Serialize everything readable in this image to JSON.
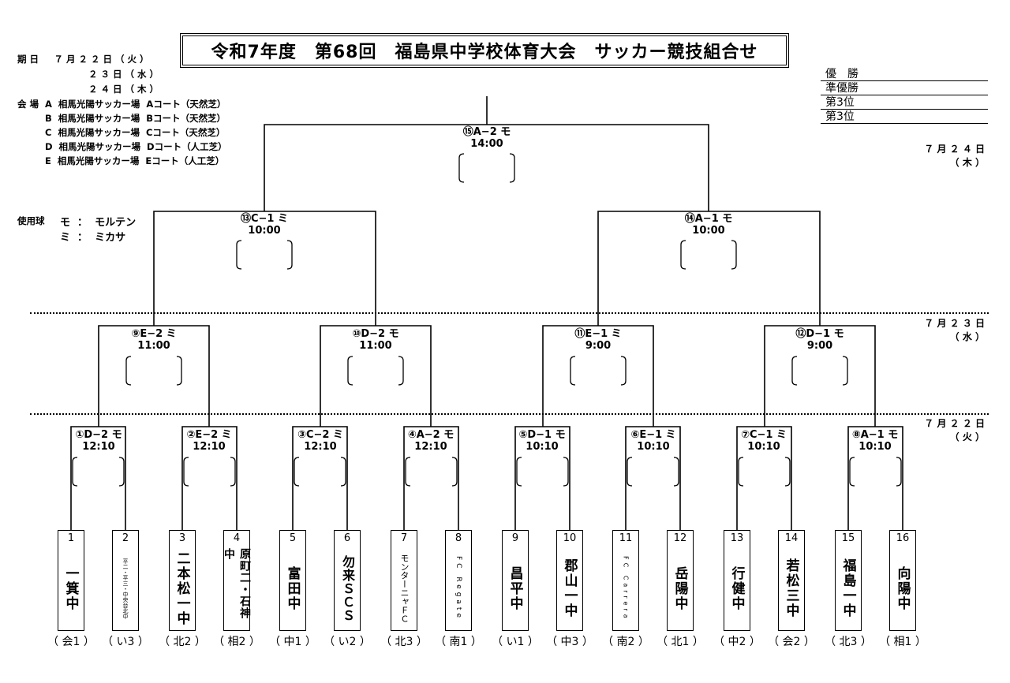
{
  "title": "令和7年度　第68回　福島県中学校体育大会　サッカー競技組合せ",
  "info": {
    "dates": [
      "期 日 　 ７ 月 ２ ２ 日 （ 火 ）",
      "２ ３ 日 （ 水 ）",
      "２ ４ 日 （ 木 ）"
    ],
    "venues": [
      "会 場  A  相馬光陽サッカー場  Aコート（天然芝）",
      "B  相馬光陽サッカー場  Bコート（天然芝）",
      "C  相馬光陽サッカー場  Cコート（天然芝）",
      "D  相馬光陽サッカー場  Dコート（人工芝）",
      "E  相馬光陽サッカー場  Eコート（人工芝）"
    ],
    "ball_label": "使用球",
    "balls": [
      "モ  ：  モルテン",
      "ミ  ：  ミカサ"
    ]
  },
  "ranks": [
    "優　勝",
    "準優勝",
    "第3位",
    "第3位"
  ],
  "date_labels": {
    "d24": [
      "７ 月 ２ ４ 日",
      "（ 木 ）"
    ],
    "d23": [
      "７ 月 ２ ３ 日",
      "（ 水 ）"
    ],
    "d22": [
      "７ 月 ２ ２ 日",
      "（ 火 ）"
    ]
  },
  "matches": {
    "m1": [
      "①D−2 モ",
      "12:10"
    ],
    "m2": [
      "②E−2 ミ",
      "12:10"
    ],
    "m3": [
      "③C−2 ミ",
      "12:10"
    ],
    "m4": [
      "④A−2 モ",
      "12:10"
    ],
    "m5": [
      "⑤D−1 モ",
      "10:10"
    ],
    "m6": [
      "⑥E−1 ミ",
      "10:10"
    ],
    "m7": [
      "⑦C−1 ミ",
      "10:10"
    ],
    "m8": [
      "⑧A−1 モ",
      "10:10"
    ],
    "m9": [
      "⑨E−2 ミ",
      "11:00"
    ],
    "m10": [
      "⑩D−2 モ",
      "11:00"
    ],
    "m11": [
      "⑪E−1 ミ",
      "9:00"
    ],
    "m12": [
      "⑫D−1 モ",
      "9:00"
    ],
    "m13": [
      "⑬C−1 ミ",
      "10:00"
    ],
    "m14": [
      "⑭A−1 モ",
      "10:00"
    ],
    "m15": [
      "⑮A−2 モ",
      "14:00"
    ]
  },
  "teams": [
    {
      "num": "1",
      "name": "一箕中",
      "region": "（ 会1 ）"
    },
    {
      "num": "2",
      "name": "平二・平三・中央台北中",
      "region": "（ い3 ）"
    },
    {
      "num": "3",
      "name": "二本松一中",
      "region": "（ 北2 ）"
    },
    {
      "num": "4",
      "name": "原町二・石神中",
      "region": "（ 相2 ）"
    },
    {
      "num": "5",
      "name": "富田中",
      "region": "（ 中1 ）"
    },
    {
      "num": "6",
      "name": "勿来ＳＣＳ",
      "region": "（ い2 ）"
    },
    {
      "num": "7",
      "name": "モンターニャＦＣ",
      "region": "（ 北3 ）"
    },
    {
      "num": "8",
      "name": "FC Regate",
      "region": "（ 南1 ）"
    },
    {
      "num": "9",
      "name": "昌平中",
      "region": "（ い1 ）"
    },
    {
      "num": "10",
      "name": "郡山一中",
      "region": "（ 中3 ）"
    },
    {
      "num": "11",
      "name": "FC Carrera",
      "region": "（ 南2 ）"
    },
    {
      "num": "12",
      "name": "岳陽中",
      "region": "（ 北1 ）"
    },
    {
      "num": "13",
      "name": "行健中",
      "region": "（ 中2 ）"
    },
    {
      "num": "14",
      "name": "若松三中",
      "region": "（ 会2 ）"
    },
    {
      "num": "15",
      "name": "福島一中",
      "region": "（ 北3 ）"
    },
    {
      "num": "16",
      "name": "向陽中",
      "region": "（ 相1 ）"
    }
  ]
}
